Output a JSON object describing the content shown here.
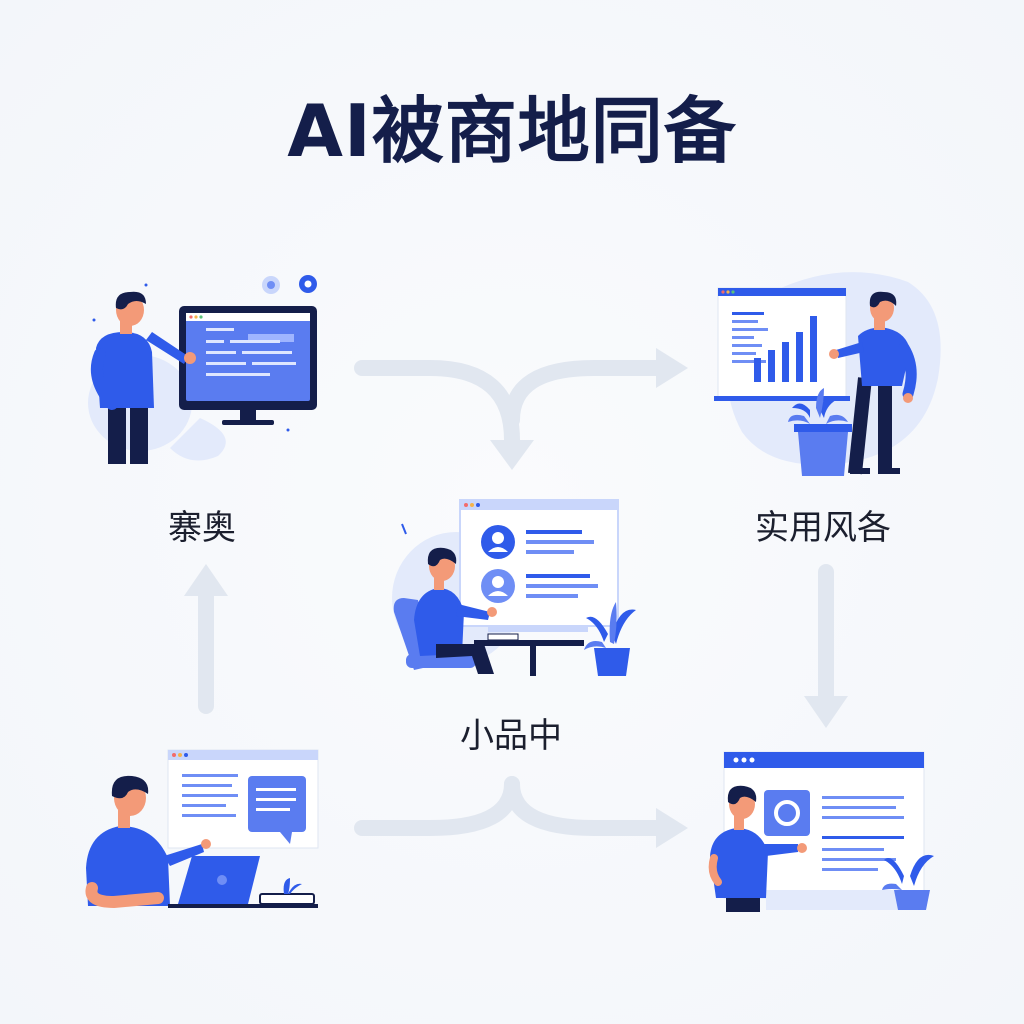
{
  "title": "AI被商地同备",
  "nodes": {
    "top_left": {
      "label": "寨奥",
      "icon": "person-presenting-monitor"
    },
    "top_right": {
      "label": "实用风各",
      "icon": "person-presenting-bar-chart"
    },
    "center": {
      "label": "小品中",
      "icon": "person-at-desk-profiles"
    },
    "bottom_left": {
      "icon": "person-with-laptop-chat"
    },
    "bottom_right": {
      "icon": "person-with-webpage"
    }
  },
  "colors": {
    "primary": "#2f5bea",
    "primary_light": "#6f8ef5",
    "navy": "#141e4a",
    "skin": "#f39a78",
    "arrow": "#e1e7f0",
    "blob": "#e3eafb"
  }
}
